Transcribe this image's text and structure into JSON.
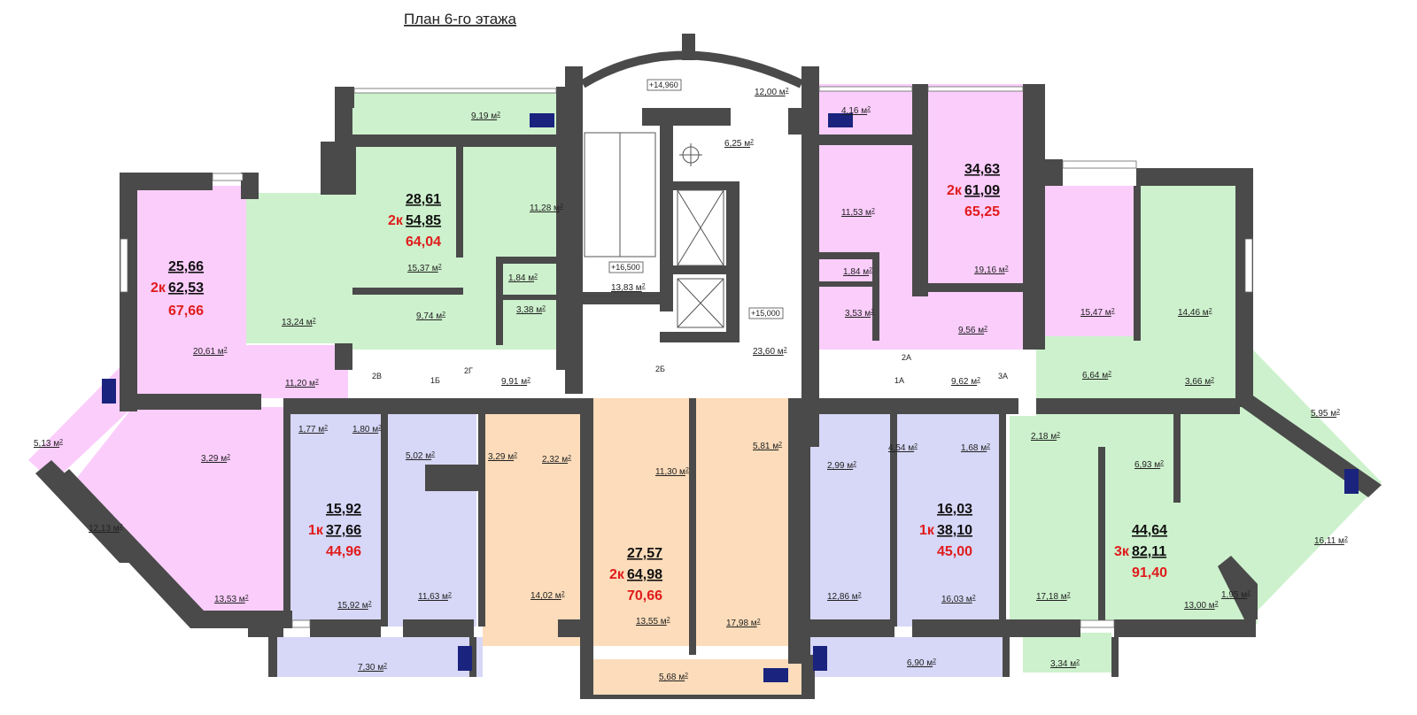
{
  "title": "План 6-го этажа",
  "colors": {
    "pink": "#fbcdfb",
    "green": "#cdf1cd",
    "lavender": "#d7d7f7",
    "peach": "#fcdcba",
    "wall": "#4a4a4a"
  },
  "apartments": [
    {
      "id": "apt-25-66",
      "living": "25,66",
      "rooms": "2к",
      "total": "62,53",
      "full": "67,66"
    },
    {
      "id": "apt-28-61",
      "living": "28,61",
      "rooms": "2к",
      "total": "54,85",
      "full": "64,04"
    },
    {
      "id": "apt-34-63",
      "living": "34,63",
      "rooms": "2к",
      "total": "61,09",
      "full": "65,25"
    },
    {
      "id": "apt-15-92",
      "living": "15,92",
      "rooms": "1к",
      "total": "37,66",
      "full": "44,96"
    },
    {
      "id": "apt-27-57",
      "living": "27,57",
      "rooms": "2к",
      "total": "64,98",
      "full": "70,66"
    },
    {
      "id": "apt-16-03",
      "living": "16,03",
      "rooms": "1к",
      "total": "38,10",
      "full": "45,00"
    },
    {
      "id": "apt-44-64",
      "living": "44,64",
      "rooms": "3к",
      "total": "82,11",
      "full": "91,40"
    }
  ],
  "unit": "м",
  "unit_sup": "2",
  "areas": [
    "9,19",
    "12,00",
    "4,16",
    "6,25",
    "11,28",
    "11,53",
    "15,37",
    "1,84",
    "1,84",
    "19,16",
    "13,24",
    "20,61",
    "9,74",
    "3,38",
    "13,83",
    "3,53",
    "9,56",
    "15,47",
    "14,46",
    "23,60",
    "11,20",
    "9,91",
    "9,62",
    "6,64",
    "3,66",
    "5,13",
    "1,77",
    "1,80",
    "5,02",
    "3,29",
    "2,32",
    "11,30",
    "5,81",
    "2,99",
    "4,54",
    "1,68",
    "2,18",
    "5,95",
    "3,29",
    "6,93",
    "12,13",
    "13,53",
    "15,92",
    "11,63",
    "14,02",
    "13,55",
    "17,98",
    "12,86",
    "16,03",
    "17,18",
    "16,11",
    "13,00",
    "1,95",
    "7,30",
    "5,68",
    "6,90",
    "3,34"
  ],
  "levels": [
    "+14,960",
    "+16,500",
    "+15,000"
  ],
  "marks": [
    "2В",
    "1Б",
    "2Г",
    "2Б",
    "1А",
    "2А",
    "3А"
  ]
}
